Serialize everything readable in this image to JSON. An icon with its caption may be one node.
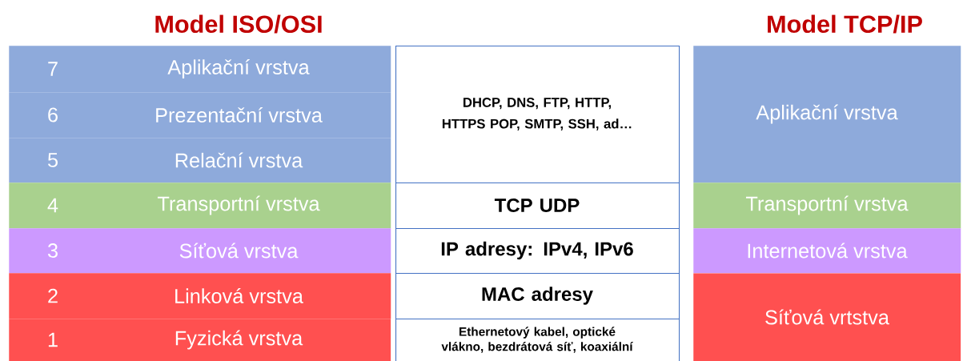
{
  "diagram": {
    "nodes": [
      {
        "text": [
          "7",
          "Aplikační vrstva"
        ]
      },
      {
        "text": [
          "6",
          "Prezentační vrstva"
        ]
      },
      {
        "text": [
          "5",
          "Relační vrstva"
        ]
      },
      {
        "text": [
          "4",
          "Transportní vrstva"
        ]
      },
      {
        "text": [
          "3",
          "Síťová vrstva"
        ]
      },
      {
        "text": [
          "2",
          "Linková vrstva"
        ]
      },
      {
        "text": [
          "1",
          "Fyzická vrstva"
        ]
      },
      {
        "text": [
          "DHCP, DNS, FTP, HTTP, HTTPS POP, SMTP, SSH, ad…"
        ]
      },
      {
        "text": [
          "TCP UDP"
        ]
      },
      {
        "text": [
          "IP adresy: IPv4, IPv6"
        ]
      },
      {
        "text": [
          "MAC adresy"
        ]
      },
      {
        "text": [
          "Ethernetový kabel, optické vlákno, bezdrátová síť, koaxiální"
        ]
      },
      {
        "text": [
          "Aplikační vrstva"
        ]
      },
      {
        "text": [
          "Transportní vrstva"
        ]
      },
      {
        "text": [
          "Internetová vrstva"
        ]
      },
      {
        "text": [
          "Síťová vrtstva"
        ]
      }
    ],
    "labels": [
      "Model ISO/OSI",
      "Model TCP/IP"
    ]
  }
}
